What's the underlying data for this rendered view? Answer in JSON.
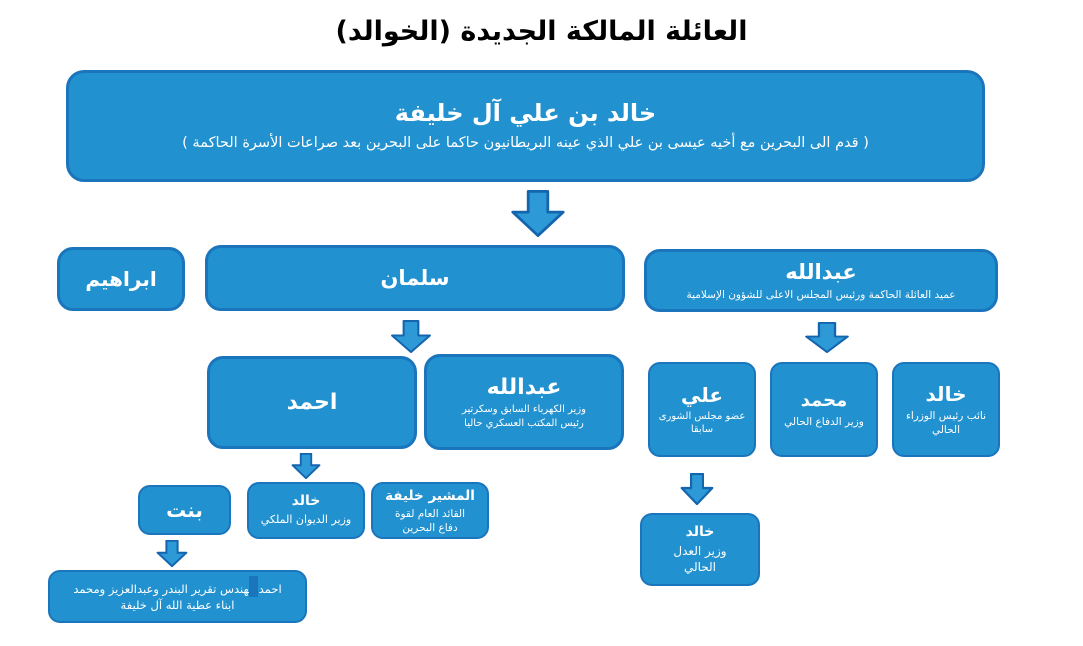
{
  "page": {
    "title": "العائلة المالكة الجديدة (الخوالد)"
  },
  "colors": {
    "box_fill": "#2191CF",
    "box_border": "#1B75BC",
    "arrow_fill": "#2D9AD7",
    "arrow_border": "#1465AE",
    "box_text": "#FFFFFF",
    "title_text": "#000000"
  },
  "nodes": {
    "root": {
      "name": "خالد بن علي آل خليفة",
      "note": "( قدم الى البحرين مع أخيه عيسى بن علي الذي عينه البريطانيون حاكما على البحرين بعد صراعات الأسرة الحاكمة )"
    },
    "ibrahim": {
      "name": "ابراهيم"
    },
    "salman": {
      "name": "سلمان"
    },
    "abdullah_senior": {
      "name": "عبدالله",
      "note": "عميد العائلة الحاكمة ورئيس المجلس الاعلى للشؤون الإسلامية"
    },
    "ahmed": {
      "name": "احمد"
    },
    "abdullah_junior": {
      "name": "عبدالله",
      "note": "وزير الكهرباء السابق وسكرتير رئيس المكتب العسكري حاليا"
    },
    "ali": {
      "name": "علي",
      "note": "عضو مجلس الشورى سابقا"
    },
    "mohammed": {
      "name": "محمد",
      "note": "وزير الدفاع الحالي"
    },
    "khaled_deputy_pm": {
      "name": "خالد",
      "note": "نائب رئيس الوزراء الحالي"
    },
    "bint": {
      "name": "بنت"
    },
    "khaled_royal_court": {
      "name": "خالد",
      "note": "وزير الديوان الملكي"
    },
    "mushir_khalifa": {
      "name": "المشير خليفة",
      "note": "القائد العام لقوة دفاع البحرين"
    },
    "khaled_justice": {
      "name": "خالد",
      "note": "وزير العدل الحالي"
    },
    "grandsons": {
      "name": "احمد مهندس تقرير البندر وعبدالعزيز ومحمد ابناء عطية الله آل خليفة"
    }
  }
}
